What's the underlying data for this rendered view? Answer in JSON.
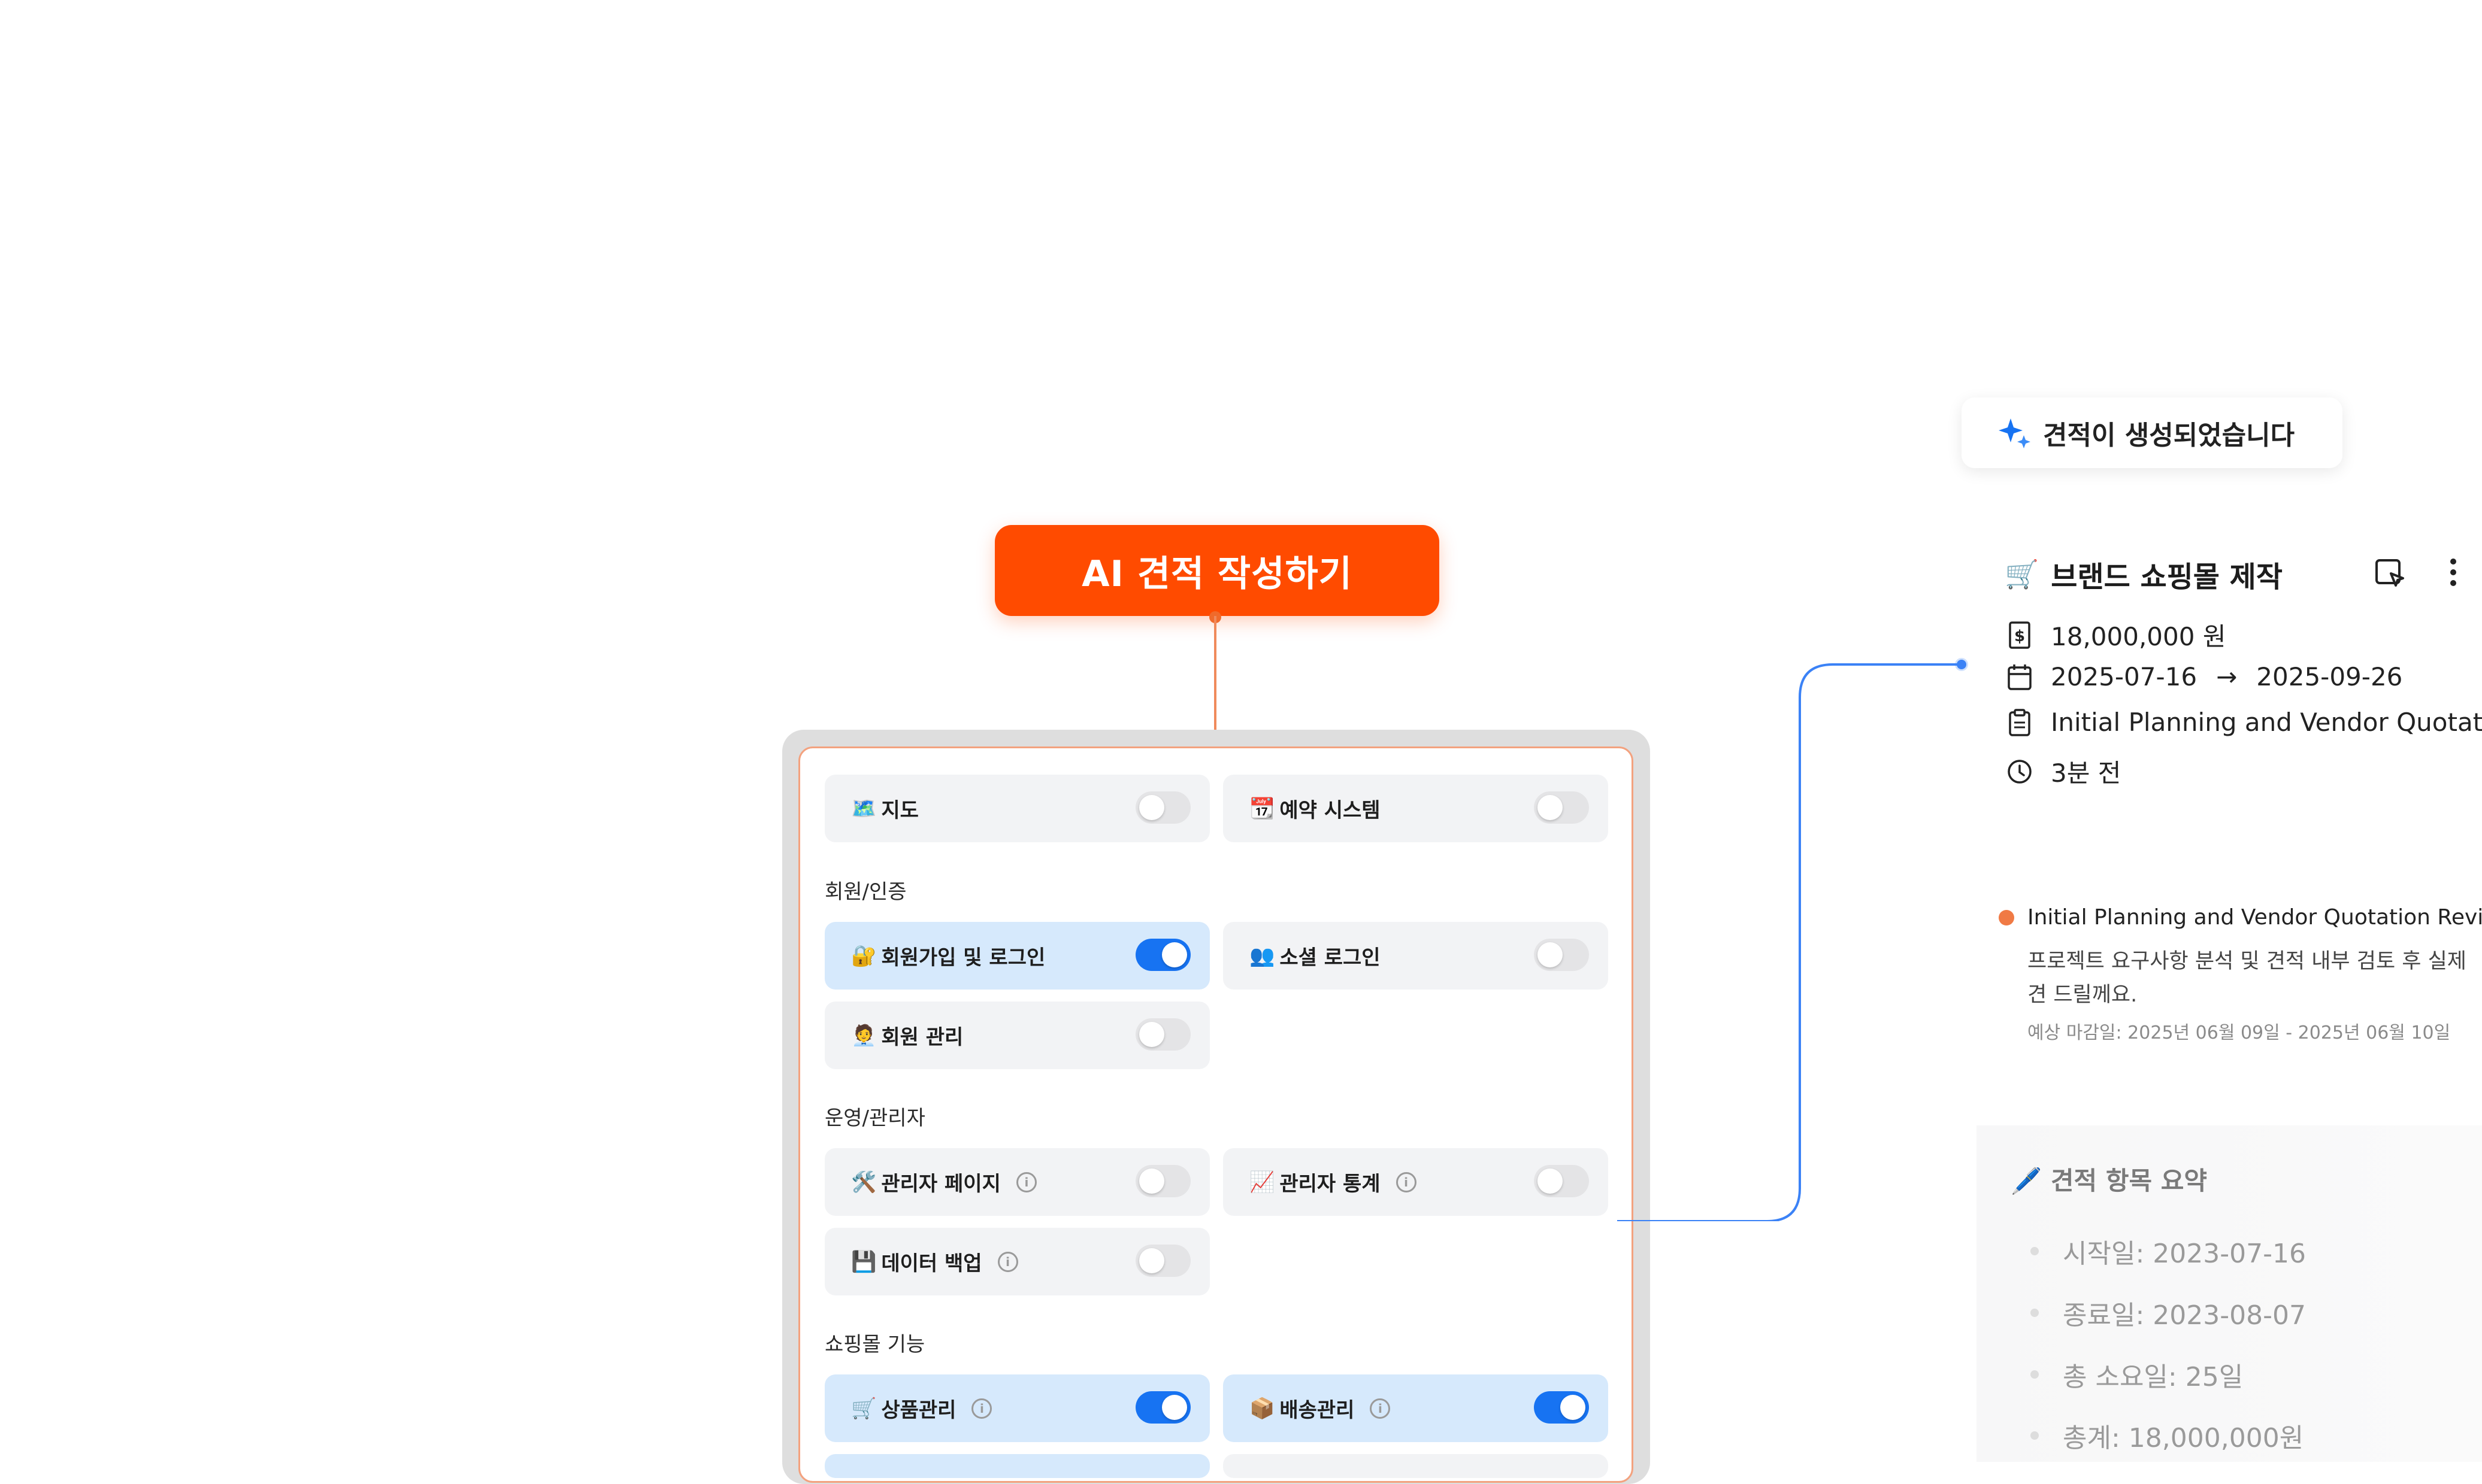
{
  "ai_button": {
    "label": "AI 견적 작성하기"
  },
  "form": {
    "row1": [
      {
        "emoji": "🗺️",
        "label": "지도",
        "on": false
      },
      {
        "emoji": "📆",
        "label": "예약 시스템",
        "on": false
      }
    ],
    "sections": {
      "member": "회원/인증",
      "admin": "운영/관리자",
      "shop": "쇼핑몰 기능"
    },
    "member_items": [
      {
        "emoji": "🔐",
        "label": "회원가입 및 로그인",
        "on": true
      },
      {
        "emoji": "👥",
        "label": "소셜 로그인",
        "on": false
      },
      {
        "emoji": "🧑‍💼",
        "label": "회원 관리",
        "on": false
      }
    ],
    "admin_items": [
      {
        "emoji": "🛠️",
        "label": "관리자 페이지",
        "on": false
      },
      {
        "emoji": "📈",
        "label": "관리자 통계",
        "on": false
      },
      {
        "emoji": "💾",
        "label": "데이터 백업",
        "on": false
      }
    ],
    "shop_items": [
      {
        "emoji": "🛒",
        "label": "상품관리",
        "on": true
      },
      {
        "emoji": "📦",
        "label": "배송관리",
        "on": true
      }
    ]
  },
  "toast": {
    "text": "견적이 생성되었습니다"
  },
  "project": {
    "emoji": "🛒",
    "title": "브랜드 쇼핑몰 제작",
    "amount": "18,000,000 원",
    "start_date": "2025-07-16",
    "arrow": "→",
    "end_date": "2025-09-26",
    "stage": "Initial Planning and Vendor Quotatio...",
    "updated": "3분 전"
  },
  "task": {
    "title": "Initial Planning and Vendor Quotation Review",
    "desc": "프로젝트 요구사항 분석 및 견적 내부 검토 후 실제 견 드릴께요.",
    "deadline": "예상 마감일: 2025년 06월 09일 - 2025년 06월 10일"
  },
  "summary": {
    "title": "🖊️ 견적 항목 요약",
    "items": [
      "시작일: 2023-07-16",
      "종료일: 2023-08-07",
      "총 소요일: 25일",
      "총계: 18,000,000원"
    ]
  },
  "colors": {
    "accent_orange": "#ff4b00",
    "toggle_on": "#1773f2",
    "card_on": "#d6e9fc",
    "connector_blue": "#3b82f6"
  }
}
